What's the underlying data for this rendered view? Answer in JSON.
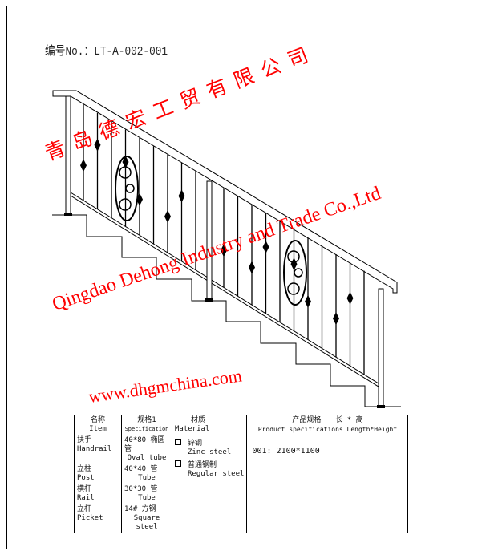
{
  "drawing_code": "编号No.：LT-A-002-001",
  "watermarks": {
    "company_cn": "青岛德宏工贸有限公司",
    "company_en": "Qingdao Dehong Industry and Trade Co.,Ltd",
    "website": "www.dhgmchina.com"
  },
  "table": {
    "headers": {
      "item_cn": "名称",
      "item_en": "Item",
      "spec_cn": "规格1",
      "spec_en": "Specification",
      "material_cn": "材质",
      "material_en": "Material",
      "product_cn": "产品规格　　长 * 高",
      "product_en": "Product specifications  Length*Height"
    },
    "rows": [
      {
        "item_cn": "扶手",
        "item_en": "Handrail",
        "spec_cn": "40*80 椭圆管",
        "spec_en": "Oval tube"
      },
      {
        "item_cn": "立柱",
        "item_en": "Post",
        "spec_cn": "40*40 管",
        "spec_en": "Tube"
      },
      {
        "item_cn": "横杆",
        "item_en": "Rail",
        "spec_cn": "30*30 管",
        "spec_en": "Tube"
      },
      {
        "item_cn": "立杆",
        "item_en": "Picket",
        "spec_cn": "14# 方钢",
        "spec_en": "Square steel"
      }
    ],
    "materials": [
      {
        "cn": "锌钢",
        "en": "Zinc steel",
        "checked": false
      },
      {
        "cn": "普通钢制",
        "en": "Regular steel",
        "checked": false
      }
    ],
    "product_spec": "001: 2100*1100"
  },
  "colors": {
    "watermark": "#ff0000",
    "line": "#000000"
  }
}
